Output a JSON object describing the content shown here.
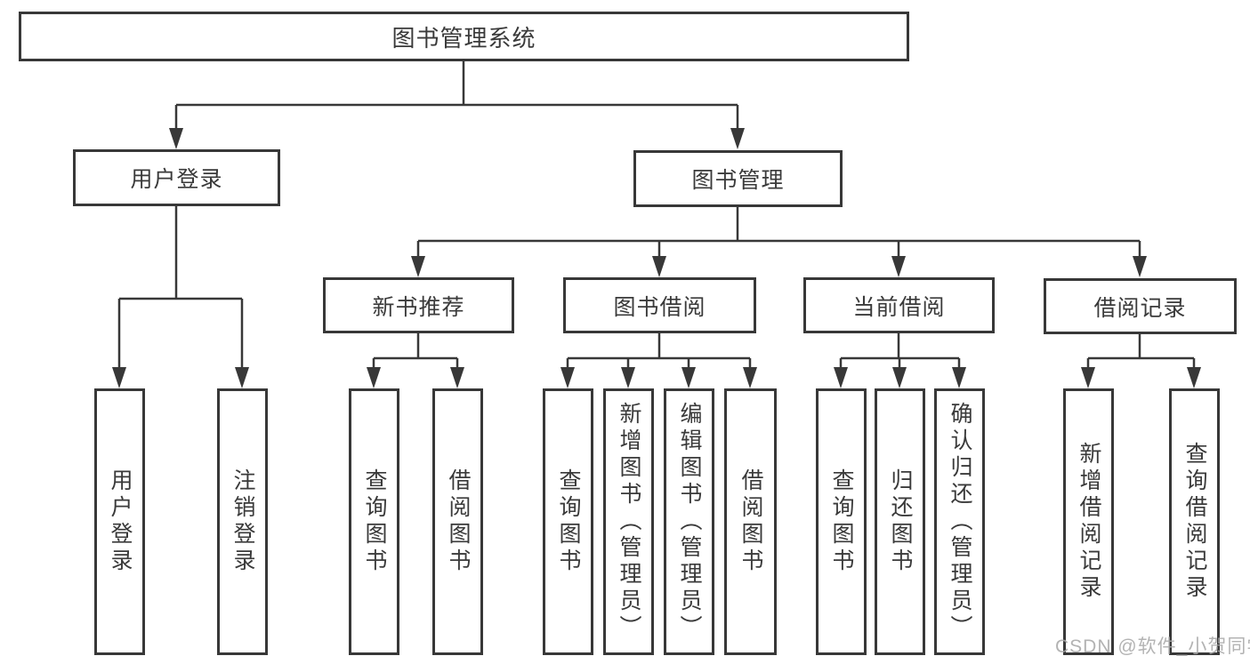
{
  "diagram": {
    "type": "hierarchy-tree",
    "root": {
      "label": "图书管理系统"
    },
    "branches": [
      {
        "label": "用户登录",
        "children": [
          {
            "label": "用户登录"
          },
          {
            "label": "注销登录"
          }
        ]
      },
      {
        "label": "图书管理",
        "children": [
          {
            "label": "新书推荐",
            "children": [
              {
                "label": "查询图书"
              },
              {
                "label": "借阅图书"
              }
            ]
          },
          {
            "label": "图书借阅",
            "children": [
              {
                "label": "查询图书"
              },
              {
                "label": "新增图书（管理员）"
              },
              {
                "label": "编辑图书（管理员）"
              },
              {
                "label": "借阅图书"
              }
            ]
          },
          {
            "label": "当前借阅",
            "children": [
              {
                "label": "查询图书"
              },
              {
                "label": "归还图书"
              },
              {
                "label": "确认归还（管理员）"
              }
            ]
          },
          {
            "label": "借阅记录",
            "children": [
              {
                "label": "新增借阅记录"
              },
              {
                "label": "查询借阅记录"
              }
            ]
          }
        ]
      }
    ]
  },
  "watermark": {
    "text": "CSDN @软件_小贺同学",
    "color": "#a8a8a8"
  },
  "colors": {
    "line": "#383838",
    "box_border": "#383838",
    "text": "#3a3a3a",
    "background": "#ffffff"
  }
}
